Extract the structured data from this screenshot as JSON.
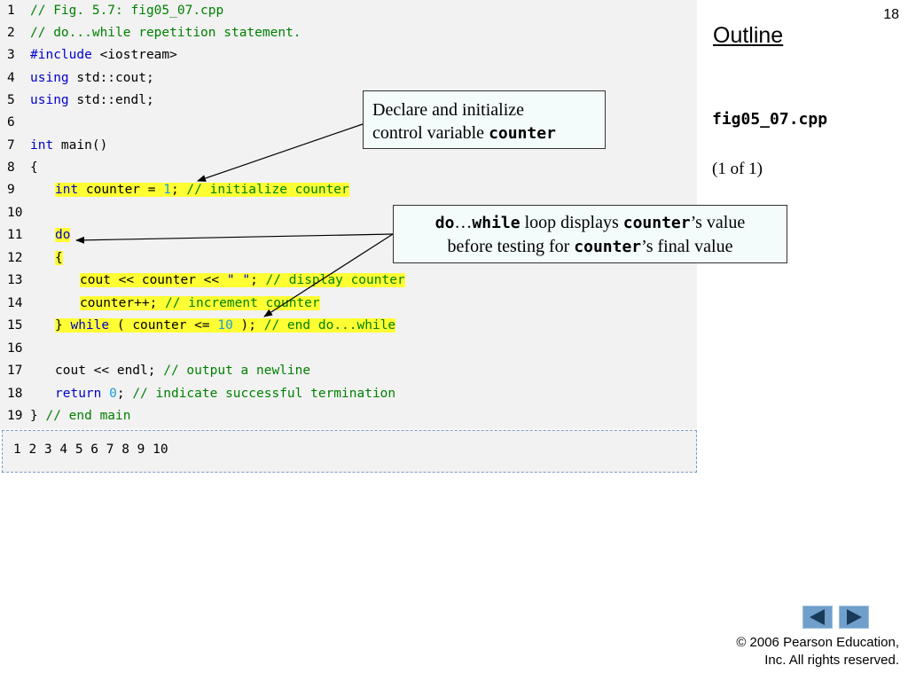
{
  "slide": {
    "number": "18",
    "outline_title": "Outline",
    "file_name": "fig05_07.cpp",
    "page_count": "(1 of 1)"
  },
  "code": {
    "line_numbers": [
      "1",
      "2",
      "3",
      "4",
      "5",
      "6",
      "7",
      "8",
      "9",
      "10",
      "11",
      "12",
      "13",
      "14",
      "15",
      "16",
      "17",
      "18",
      "19"
    ],
    "l1": "// Fig. 5.7: fig05_07.cpp",
    "l2": "// do...while repetition statement.",
    "l3_kw": "#include",
    "l3_rest": " <iostream>",
    "l4_kw": "using",
    "l4_rest": " std::cout;",
    "l5_kw": "using",
    "l5_rest": " std::endl;",
    "l7_kw": "int",
    "l7_rest": " main()",
    "l8": "{",
    "l9_kw": "int",
    "l9_mid": " counter = ",
    "l9_num": "1",
    "l9_semi": ";",
    "l9_cmt": " // initialize counter",
    "l11": "do",
    "l12": "{",
    "l13_a": "cout << counter << ",
    "l13_str": "\" \"",
    "l13_semi": ";",
    "l13_cmt": " // display counter",
    "l14_a": "counter++;",
    "l14_cmt": " // increment counter",
    "l15_brace": "} ",
    "l15_kw": "while",
    "l15_mid": " ( counter <= ",
    "l15_num": "10",
    "l15_end": " );",
    "l15_cmt": " // end do...while",
    "l17_a": "cout << endl;",
    "l17_cmt": " // output a newline",
    "l18_kw": "return",
    "l18_num": " 0",
    "l18_semi": ";",
    "l18_cmt": " // indicate successful termination",
    "l19_a": "}",
    "l19_cmt": " // end main"
  },
  "output": "1 2 3 4 5 6 7 8 9 10",
  "callout1": {
    "line1": "Declare and initialize",
    "line2_text": "control variable ",
    "line2_code": "counter"
  },
  "callout2": {
    "kw_do": "do",
    "ellipsis": "…",
    "kw_while": "while",
    "text_a": " loop displays ",
    "var_a": "counter",
    "text_b": "’s value",
    "text_c": "before testing for ",
    "var_b": "counter",
    "text_d": "’s final value"
  },
  "copyright": {
    "line1": "© 2006 Pearson Education,",
    "line2": "Inc.  All rights reserved."
  },
  "nav": {
    "prev_icon": "left-triangle",
    "next_icon": "right-triangle",
    "color": "#6f9fca"
  },
  "colors": {
    "highlight": "#ffff33",
    "comment": "#008000",
    "keyword": "#0000cc",
    "number": "#1a9bd7"
  }
}
